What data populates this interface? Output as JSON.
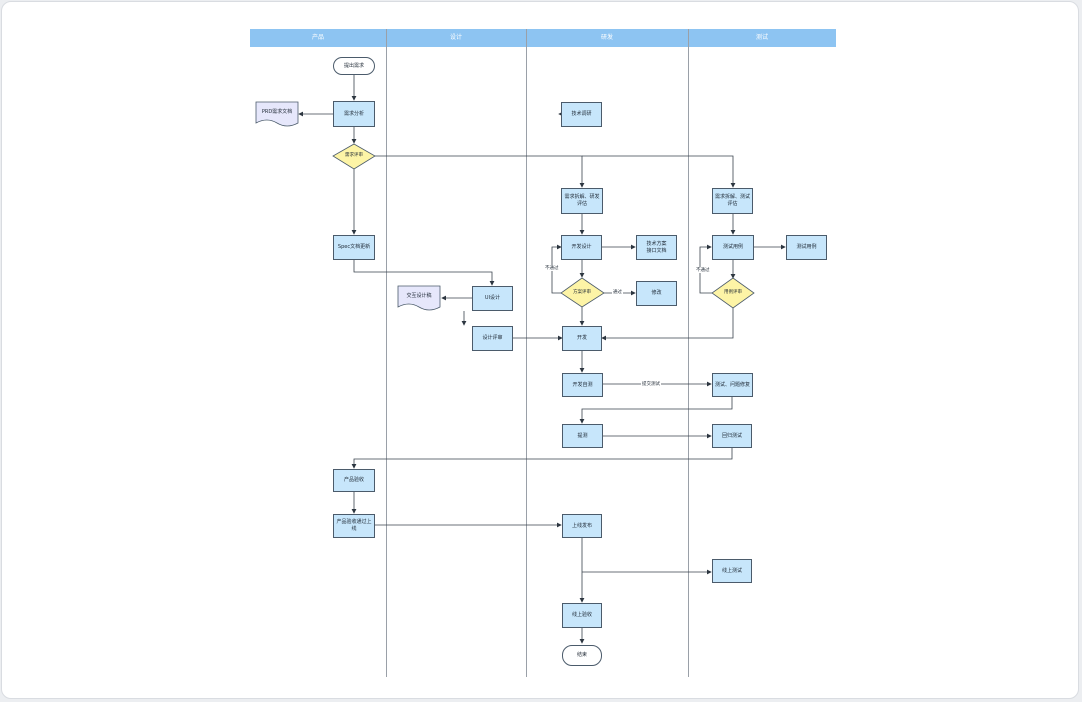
{
  "diagram": {
    "lanes": [
      "产品",
      "设计",
      "研发",
      "测试"
    ],
    "nodes": {
      "start": "提出需求",
      "req_analysis": "需求分析",
      "prd": "PRD需求文档",
      "tech_research": "技术调研",
      "req_review": "需求评审",
      "rd_breakdown": "需求拆解、研发评估",
      "qa_breakdown": "需求拆解、测试评估",
      "spec_update": "Spec文档更新",
      "dev_design": "开发设计",
      "design_doc": "技术方案\n接口文档",
      "test_case": "测试用例",
      "case_doc": "测试用例",
      "design": "UI设计",
      "design_draft": "交互设计稿",
      "design_review": "设计评审",
      "tech_review": "方案评审",
      "case_review": "用例评审",
      "dev": "开发",
      "modify": "修改",
      "dev_selftest": "开发自测",
      "qa_verify": "测试、问题修复",
      "release_test": "提测",
      "regression": "回归测试",
      "acceptance": "产品验收",
      "online_approve": "产品验收通过上线",
      "deploy": "上线发布",
      "online_test": "线上测试",
      "online_check": "线上验收",
      "end": "结束"
    },
    "edge_labels": {
      "not_pass_dev": "不通过",
      "pass_dev": "通过",
      "not_pass_qa": "不通过",
      "submit": "提交测试"
    }
  }
}
